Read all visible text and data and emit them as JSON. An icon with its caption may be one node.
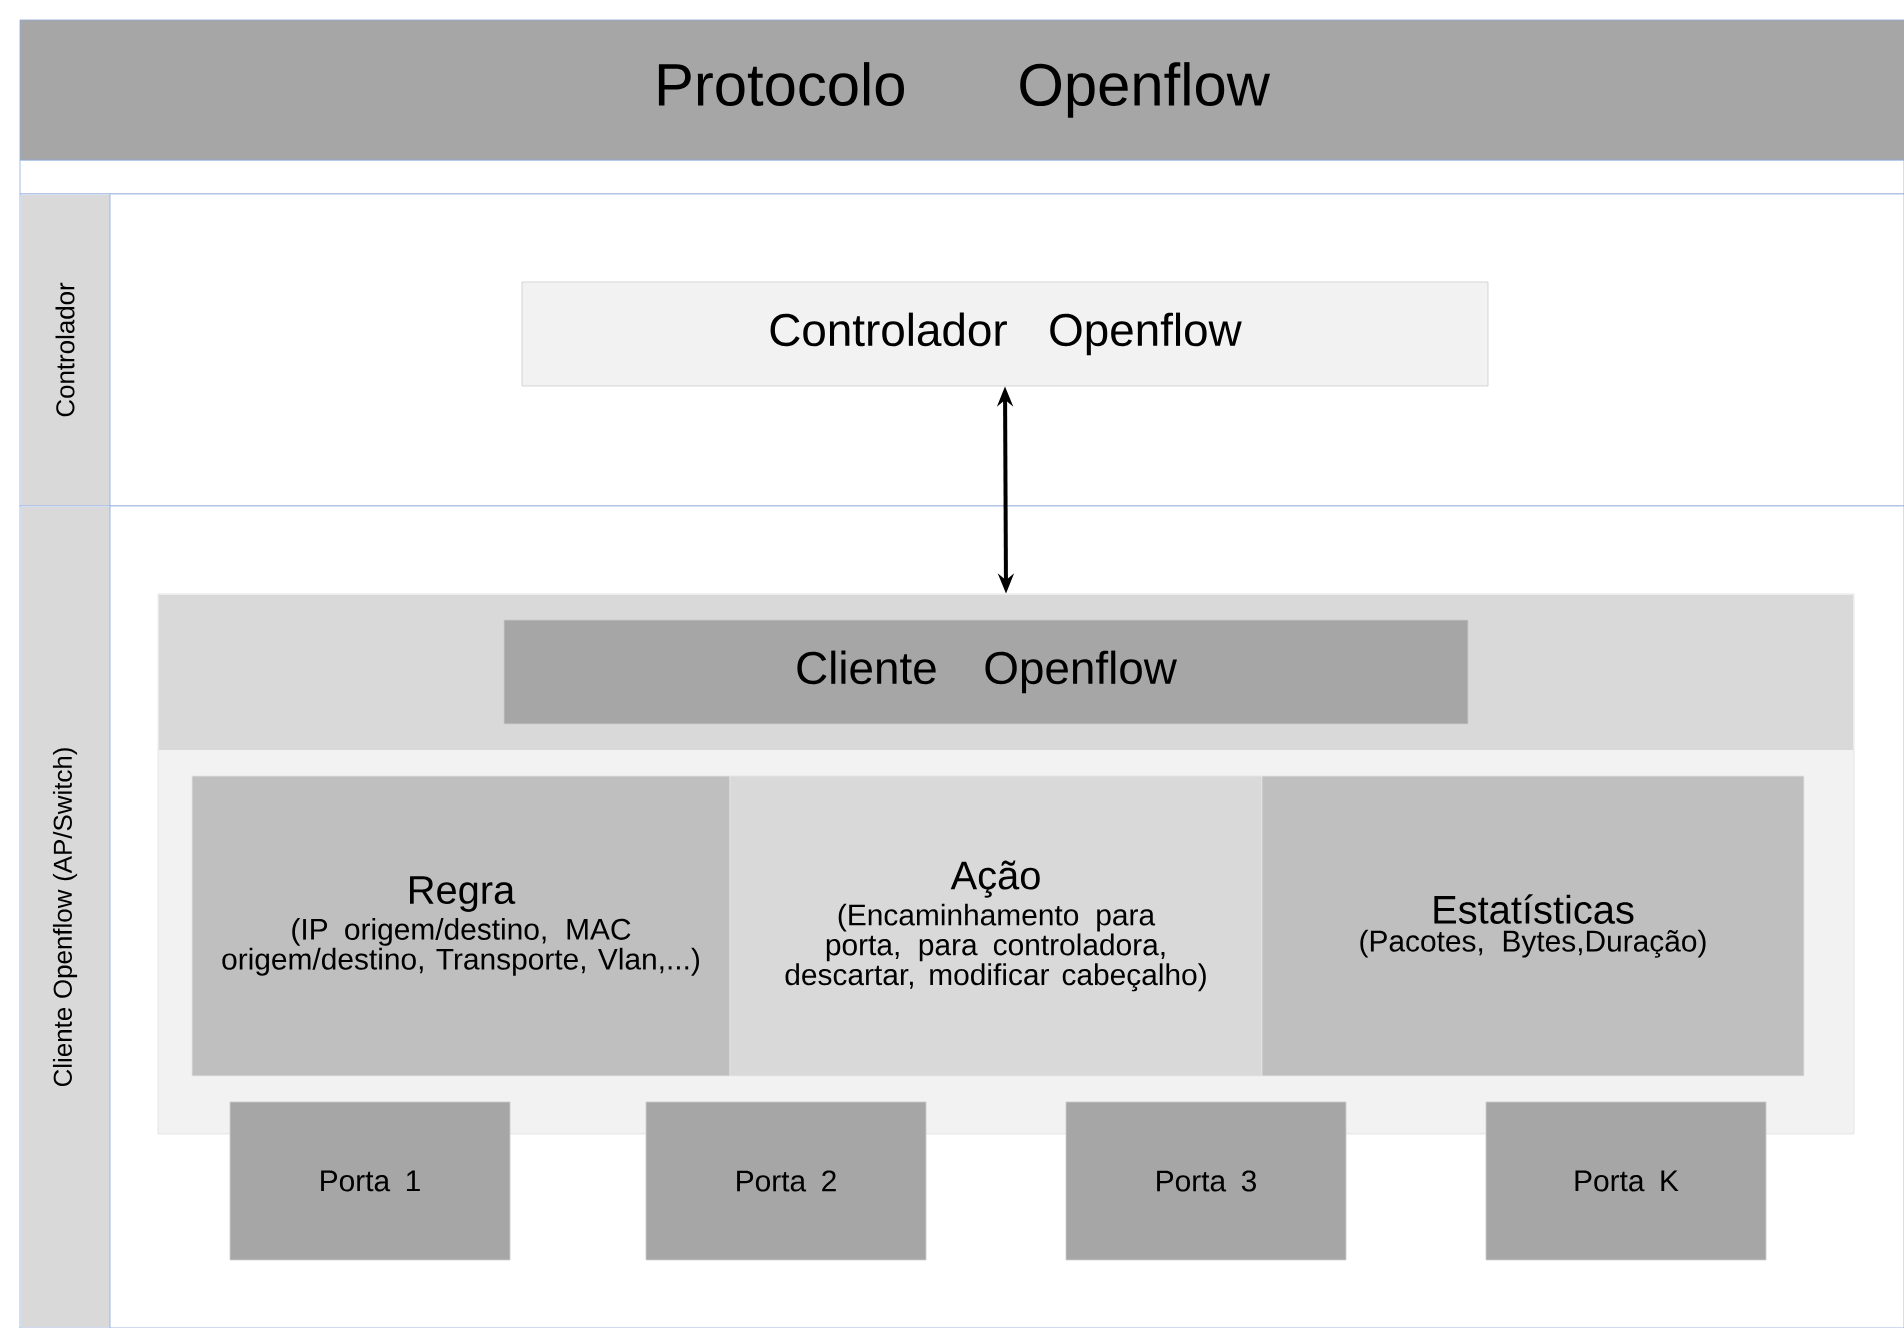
{
  "diagram": {
    "nodes": [
      {
        "text": [
          "Protocolo Openflow"
        ]
      },
      {
        "text": [
          "Controlador"
        ]
      },
      {
        "text": [
          "Controlador Openflow"
        ],
        "in": 1
      },
      {
        "text": [
          "Cliente Openflow (AP/Switch)"
        ]
      },
      {
        "text": [],
        "shape": "box",
        "in": 3
      },
      {
        "text": [
          "Cliente Openflow"
        ],
        "in": 4
      },
      {
        "text": [
          "Regra",
          "(IP origem/destino, MAC origem/destino, Transporte, Vlan,...)"
        ],
        "in": 4
      },
      {
        "text": [
          "Ação",
          "(Encaminhamento para porta, para controladora, descartar, modificar cabeçalho)"
        ],
        "in": 4
      },
      {
        "text": [
          "Estatísticas",
          "(Pacotes, Bytes,Duração)"
        ],
        "in": 4
      },
      {
        "text": [
          "Porta 1"
        ],
        "in": 3
      },
      {
        "text": [
          "Porta 2"
        ],
        "in": 3
      },
      {
        "text": [
          "Porta 3"
        ],
        "in": 3
      },
      {
        "text": [
          "Porta K"
        ],
        "in": 3
      }
    ],
    "edges": [
      {
        "from": 2,
        "to": 4,
        "arrow": "both"
      }
    ]
  }
}
